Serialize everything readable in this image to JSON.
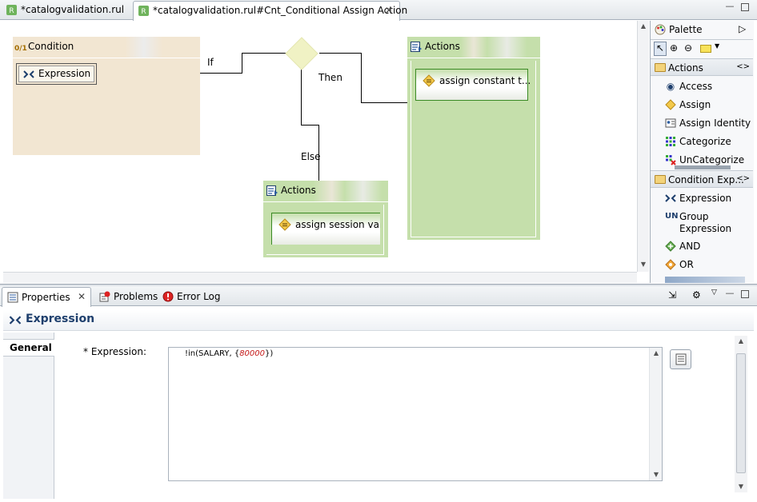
{
  "editor_tabs": [
    {
      "label": "*catalogvalidation.rul",
      "active": false
    },
    {
      "label": "*catalogvalidation.rul#Cnt_Conditional Assign Action",
      "active": true
    }
  ],
  "diagram": {
    "condition": {
      "title": "Condition",
      "expression_label": "Expression"
    },
    "branch_labels": {
      "if": "If",
      "then": "Then",
      "else": "Else"
    },
    "actions_then": {
      "title": "Actions",
      "item": "assign constant t..."
    },
    "actions_else": {
      "title": "Actions",
      "item": "assign session var"
    }
  },
  "palette": {
    "title": "Palette",
    "groups": [
      {
        "name": "Actions",
        "items": [
          "Access",
          "Assign",
          "Assign Identity",
          "Categorize",
          "UnCategorize"
        ]
      },
      {
        "name": "Condition Exp...",
        "items": [
          "Expression",
          "Group Expression",
          "AND",
          "OR"
        ]
      }
    ]
  },
  "properties": {
    "tabs": [
      "Properties",
      "Problems",
      "Error Log"
    ],
    "header": "Expression",
    "side_tab": "General",
    "field_label": "* Expression:",
    "expression_prefix": "!in(SALARY, {",
    "expression_number": "80000",
    "expression_suffix": "})"
  },
  "colors": {
    "condition_fill": "#f2e6d2",
    "actions_fill": "#c5dfab",
    "actions_border": "#5aa83a",
    "decision_fill": "#f0f2c4",
    "accent_blue": "#1e3f6d"
  }
}
